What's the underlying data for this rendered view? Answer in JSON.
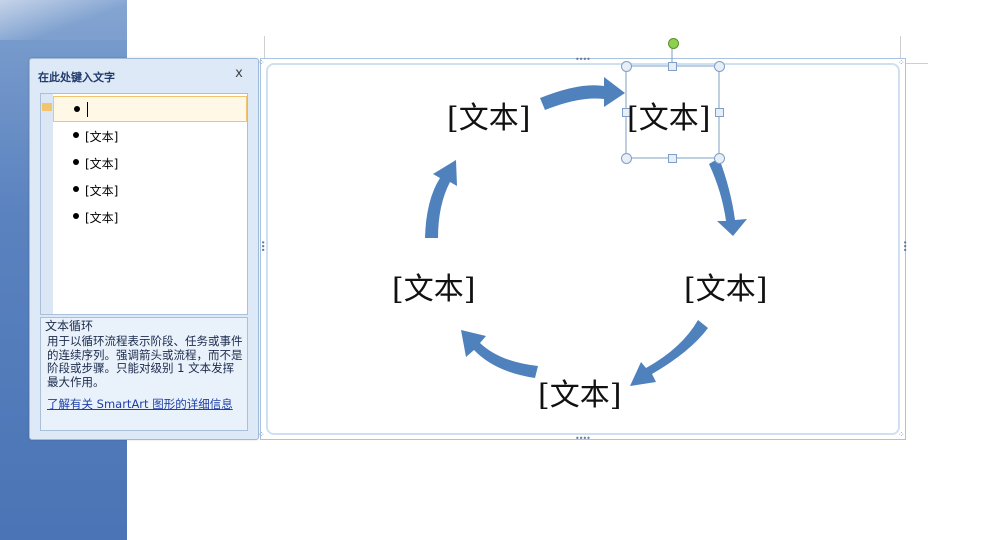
{
  "text_pane": {
    "title": "在此处键入文字",
    "close_label": "x",
    "bullets": [
      "",
      "[文本]",
      "[文本]",
      "[文本]",
      "[文本]"
    ],
    "description_title": "文本循环",
    "description_body": "用于以循环流程表示阶段、任务或事件的连续序列。强调箭头或流程，而不是阶段或步骤。只能对级别 1 文本发挥最大作用。",
    "learn_more_link": "了解有关 SmartArt 图形的详细信息"
  },
  "diagram": {
    "nodes": [
      "[文本]",
      "[文本]",
      "[文本]",
      "[文本]",
      "[文本]"
    ],
    "arrow_color": "#4f81bd",
    "selection_handle_color": "#8fb4da",
    "rotate_handle_color": "#8fd14f"
  }
}
